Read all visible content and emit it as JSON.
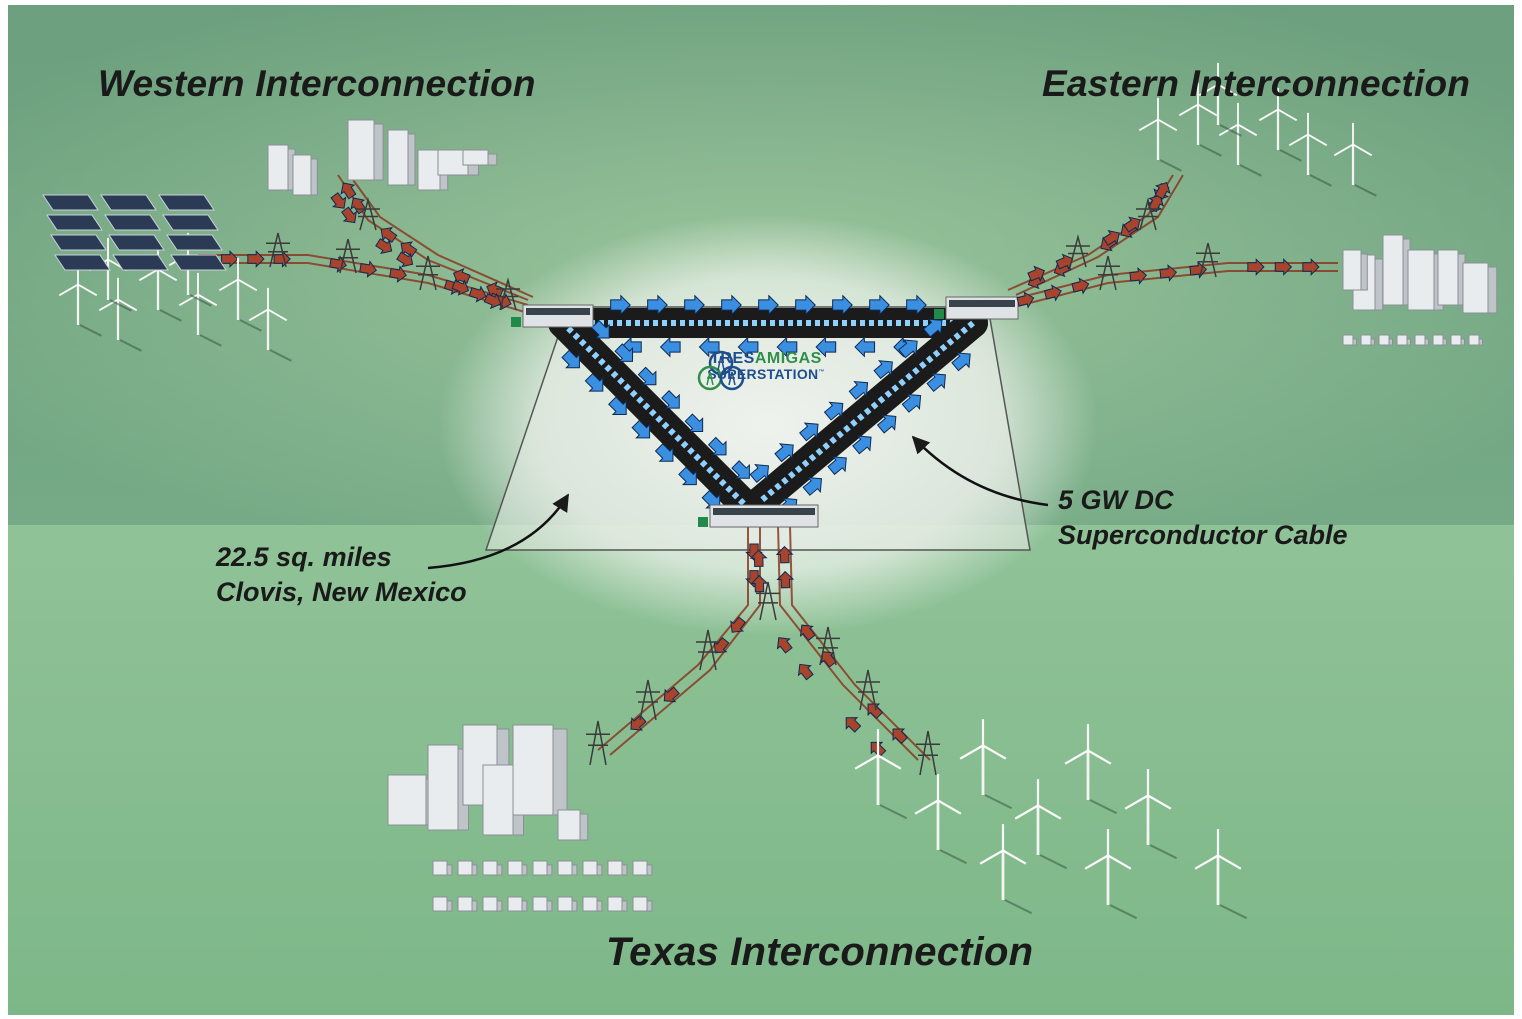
{
  "titles": {
    "west": "Western Interconnection",
    "east": "Eastern Interconnection",
    "texas": "Texas Interconnection"
  },
  "callouts": {
    "area_line1": "22.5 sq. miles",
    "area_line2": "Clovis, New Mexico",
    "cable_line1": "5 GW DC",
    "cable_line2": "Superconductor Cable"
  },
  "logo": {
    "tres": "TRES",
    "amigas": "AMIGAS",
    "superstation": "SUPERSTATION",
    "tm": "™"
  },
  "colors": {
    "ground": "#6fa27e",
    "ground_light": "#b4d8ad",
    "site": "#e8ebe6",
    "cable_blue": "#3a8fe0",
    "ac_arrow": "#a8442c",
    "logo_blue": "#1f4e8c",
    "logo_green": "#2f8f4a"
  }
}
